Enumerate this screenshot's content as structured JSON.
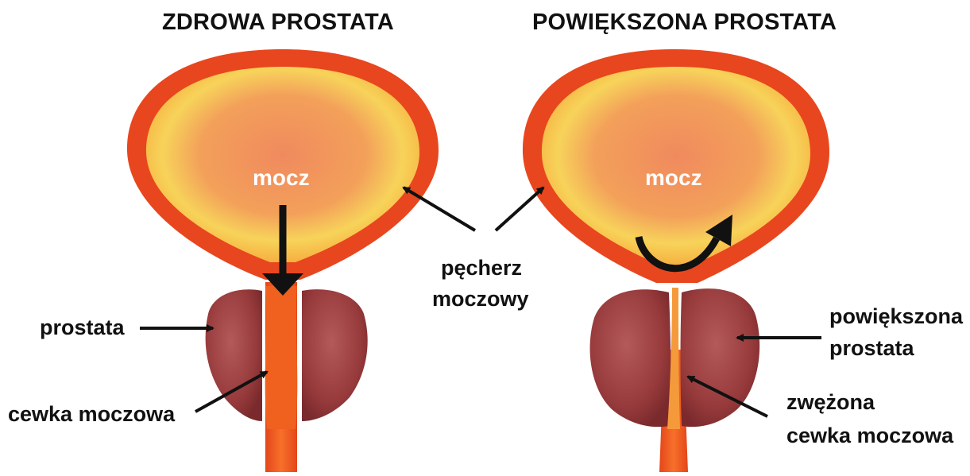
{
  "titles": {
    "left": "ZDROWA PROSTATA",
    "right": "POWIĘKSZONA PROSTATA"
  },
  "labels": {
    "urine_left": "mocz",
    "urine_right": "mocz",
    "bladder_line1": "pęcherz",
    "bladder_line2": "moczowy",
    "prostate": "prostata",
    "urethra": "cewka moczowa",
    "enlarged_line1": "powiększona",
    "enlarged_line2": "prostata",
    "narrowed_line1": "zwężona",
    "narrowed_line2": "cewka moczowa"
  },
  "colors": {
    "bladder_outer": "#e8461e",
    "bladder_inner": "#f6c24a",
    "urethra": "#f05a1e",
    "prostate": "#9a3a3c",
    "arrow": "#111111"
  }
}
